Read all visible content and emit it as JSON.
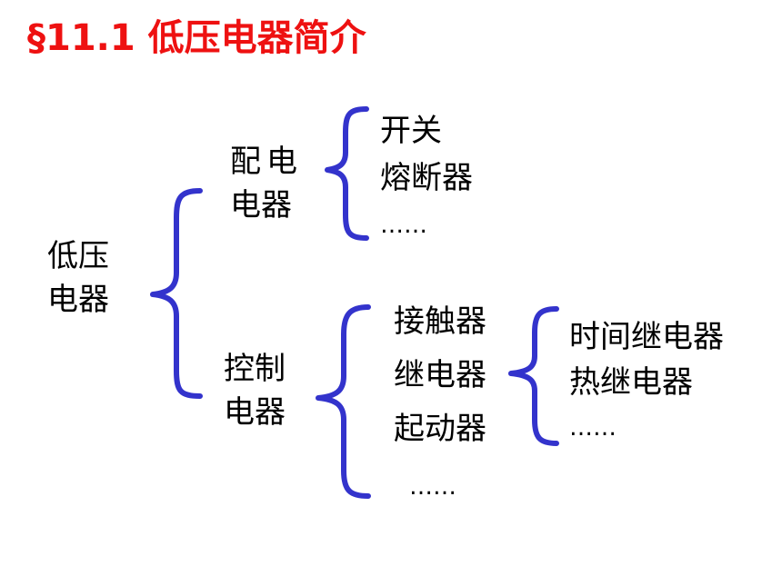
{
  "title": "§11.1  低压电器简介",
  "root": {
    "line1": "低压",
    "line2": "电器"
  },
  "distribution": {
    "line1": "配电",
    "line2": "电器",
    "items": [
      "开关",
      "熔断器",
      "……"
    ]
  },
  "control": {
    "line1": "控制",
    "line2": "电器",
    "items": [
      "接触器",
      "继电器",
      "起动器",
      "……"
    ]
  },
  "relay": {
    "items": [
      "时间继电器",
      "热继电器",
      "……"
    ]
  },
  "colors": {
    "title": "#ee1111",
    "brace": "#3333cc",
    "text": "#000000"
  }
}
